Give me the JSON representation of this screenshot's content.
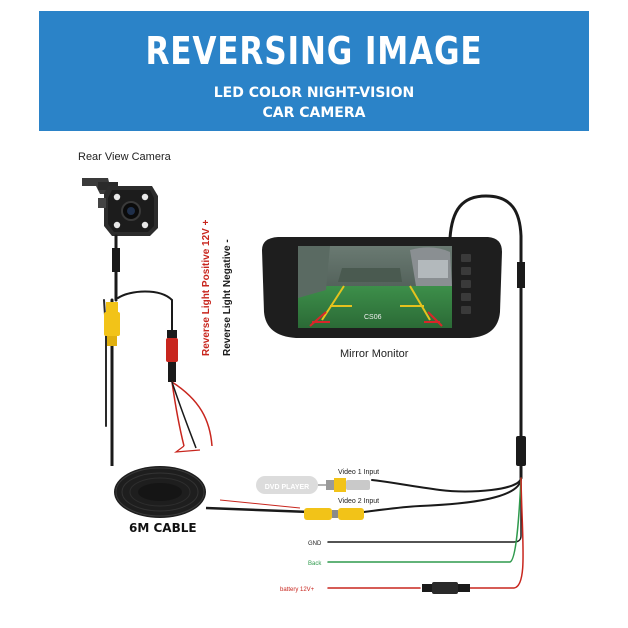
{
  "banner": {
    "title": "REVERSING IMAGE",
    "subtitle_line1": "LED COLOR NIGHT-VISION",
    "subtitle_line2": "CAR CAMERA"
  },
  "labels": {
    "rear_camera": "Rear View Camera",
    "mirror_monitor": "Mirror Monitor",
    "cable": "6M CABLE",
    "reverse_positive": "Reverse Light Positive 12V +",
    "reverse_negative": "Reverse Light Negative -",
    "dvd_player": "DVD PLAYER",
    "video1": "Video 1 Input",
    "video2": "Video 2 Input",
    "gnd": "GND",
    "back": "Back",
    "battery": "battery 12V+",
    "screen_text": "CS06"
  },
  "colors": {
    "banner": "#2b83c8",
    "rca_yellow": "#f2c318",
    "wire_red": "#c8261e",
    "wire_green": "#2f9a4d",
    "wire_black": "#1a1a1a"
  }
}
